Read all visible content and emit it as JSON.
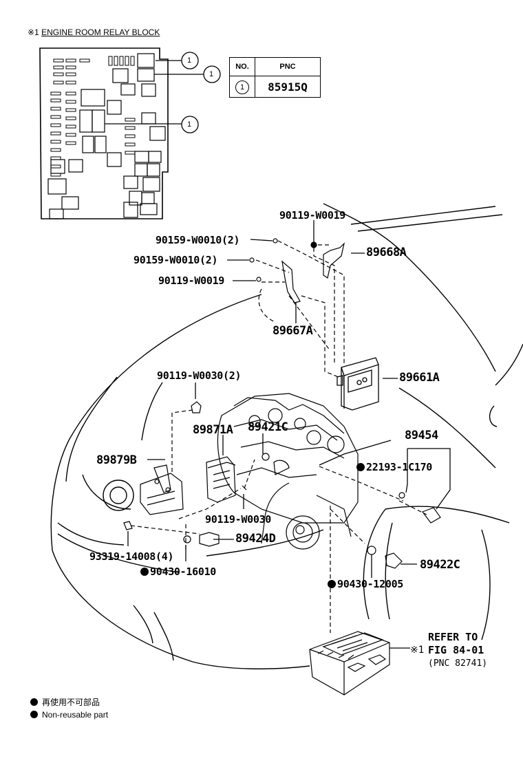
{
  "relay_block": {
    "title_mark": "※1",
    "title_text": "ENGINE ROOM RELAY BLOCK",
    "callout": "1"
  },
  "pnc_table": {
    "header_no": "NO.",
    "header_pnc": "PNC",
    "row_no": "1",
    "row_pnc": "85915Q"
  },
  "labels": {
    "p90119_w0019_top": "90119-W0019",
    "p90159_w0010_a": "90159-W0010(2)",
    "p89668a": "89668A",
    "p90159_w0010_b": "90159-W0010(2)",
    "p90119_w0019_mid": "90119-W0019",
    "p89667a": "89667A",
    "p89661a": "89661A",
    "p90119_w0030_2": "90119-W0030(2)",
    "p89454": "89454",
    "p89871a": "89871A",
    "p89421c": "89421C",
    "p89879b": "89879B",
    "p22193_1c170": "22193-1C170",
    "p90119_w0030": "90119-W0030",
    "p89424d": "89424D",
    "p93319_14008": "93319-14008(4)",
    "p90430_16010": "90430-16010",
    "p89422c": "89422C",
    "p90430_12005": "90430-12005"
  },
  "refer": {
    "line1": "REFER TO",
    "mark": "※1",
    "line2": "FIG 84-01",
    "line3": "(PNC 82741)"
  },
  "legend": {
    "jp": "再使用不可部品",
    "en": "Non-reusable part"
  }
}
